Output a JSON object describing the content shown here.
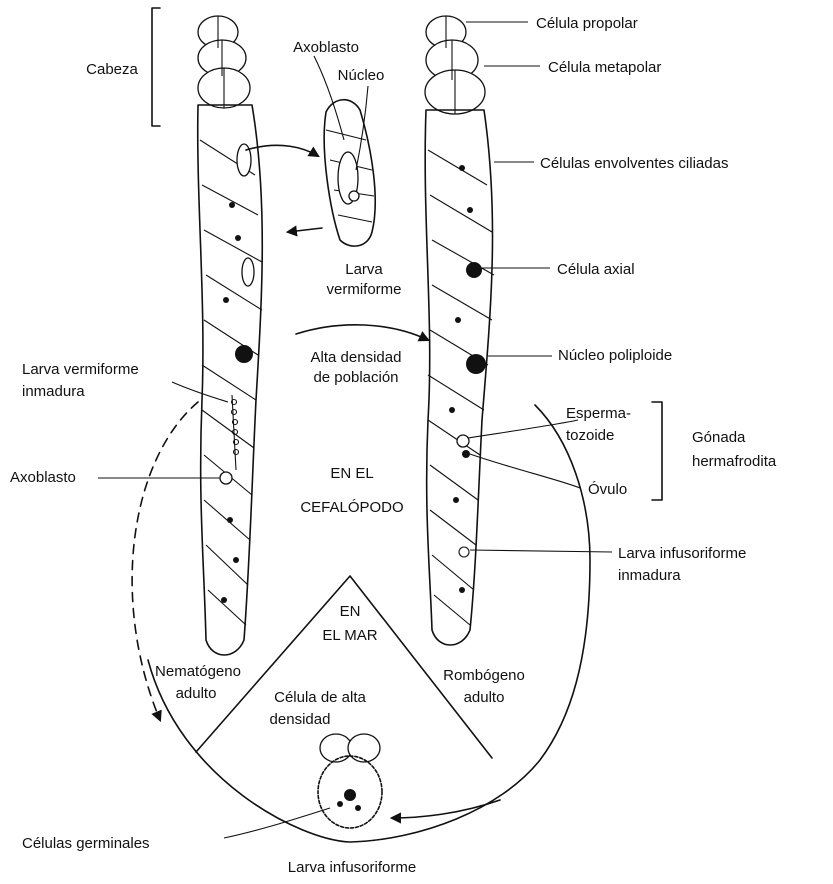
{
  "labels": {
    "cabeza": "Cabeza",
    "axoblasto_top": "Axoblasto",
    "nucleo": "Núcleo",
    "larva_vermiforme_1": "Larva",
    "larva_vermiforme_2": "vermiforme",
    "celula_propolar": "Célula propolar",
    "celula_metapolar": "Célula metapolar",
    "celulas_envolventes": "Células envolventes ciliadas",
    "celula_axial": "Célula axial",
    "alta_densidad_1": "Alta densidad",
    "alta_densidad_2": "de población",
    "nucleo_poliploide": "Núcleo poliploide",
    "larva_inmadura_1": "Larva vermiforme",
    "larva_inmadura_2": "inmadura",
    "esperma_1": "Esperma-",
    "esperma_2": "tozoide",
    "gonada_1": "Gónada",
    "gonada_2": "hermafrodita",
    "axoblasto_left": "Axoblasto",
    "en_el_1": "EN EL",
    "en_el_2": "CEFALÓPODO",
    "ovulo": "Óvulo",
    "larva_infusoriforme_inm_1": "Larva infusoriforme",
    "larva_infusoriforme_inm_2": "inmadura",
    "en_mar_1": "EN",
    "en_mar_2": "EL MAR",
    "nematogeno_1": "Nematógeno",
    "nematogeno_2": "adulto",
    "rombogeno_1": "Rombógeno",
    "rombogeno_2": "adulto",
    "celula_alta_1": "Célula de alta",
    "celula_alta_2": "densidad",
    "celulas_germinales": "Células germinales",
    "larva_infusoriforme": "Larva infusoriforme"
  }
}
